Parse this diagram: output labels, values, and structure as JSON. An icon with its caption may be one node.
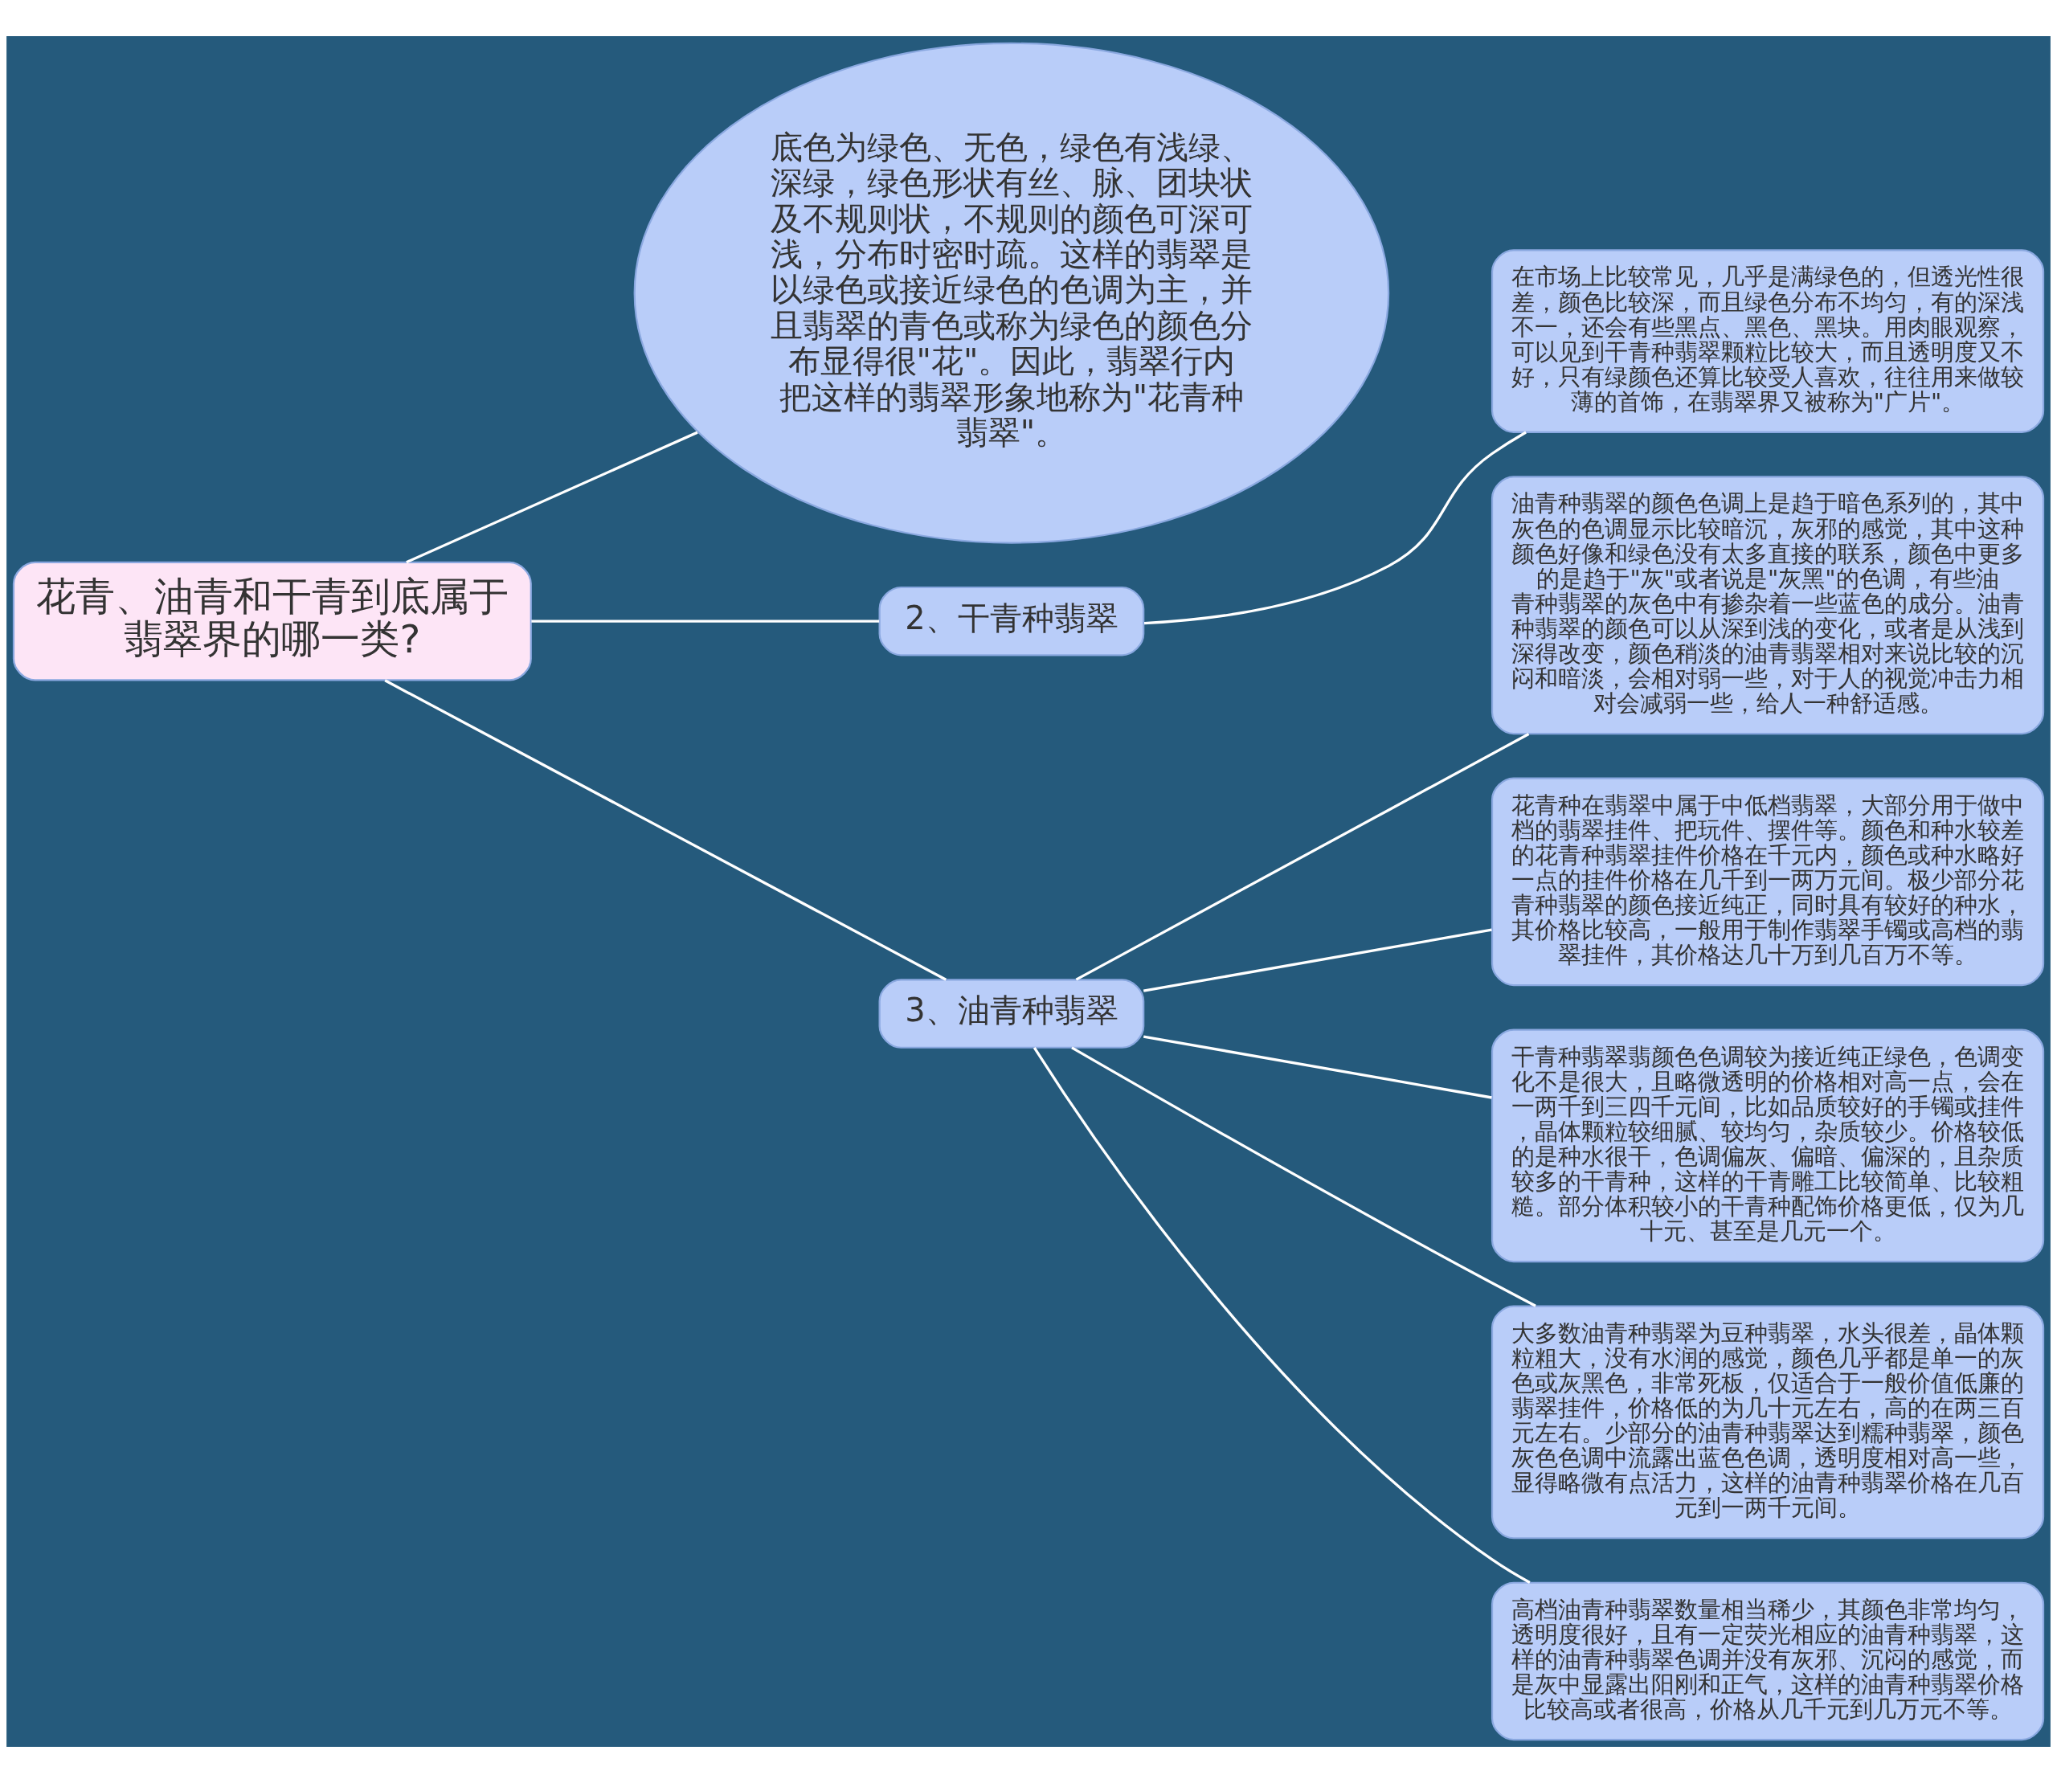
{
  "diagram": {
    "nodes": [
      {
        "text": [
          "花青、油青和干青到底属于翡翠界的哪一类?"
        ]
      },
      {
        "text": [
          "底色为绿色、无色，绿色有浅绿、深绿，绿色形状有丝、脉、团块状及不规则状，不规则的颜色可深可浅，分布时密时疏。这样的翡翠是以绿色或接近绿色的色调为主，并且翡翠的青色或称为绿色的颜色分布显得很\"花\"。因此，翡翠行内把这样的翡翠形象地称为\"花青种翡翠\"。"
        ]
      },
      {
        "text": [
          "2、干青种翡翠"
        ]
      },
      {
        "text": [
          "在市场上比较常见，几乎是满绿色的，但透光性很差，颜色比较深，而且绿色分布不均匀，有的深浅不一，还会有些黑点、黑色、黑块。用肉眼观察，可以见到干青种翡翠颗粒比较大，而且透明度又不好，只有绿颜色还算比较受人喜欢，往往用来做较薄的首饰，在翡翠界又被称为\"广片\"。"
        ]
      },
      {
        "text": [
          "3、油青种翡翠"
        ]
      },
      {
        "text": [
          "油青种翡翠的颜色色调上是趋于暗色系列的，其中灰色的色调显示比较暗沉，灰邪的感觉，其中这种颜色好像和绿色没有太多直接的联系，颜色中更多的是趋于\"灰\"或者说是\"灰黑\"的色调，有些油青种翡翠的灰色中有掺杂着一些蓝色的成分。油青种翡翠的颜色可以从深到浅的变化，或者是从浅到深得改变，颜色稍淡的油青翡翠相对来说比较的沉闷和暗淡，会相对弱一些，对于人的视觉冲击力相对会减弱一些，给人一种舒适感。"
        ]
      },
      {
        "text": [
          "花青种在翡翠中属于中低档翡翠，大部分用于做中档的翡翠挂件、把玩件、摆件等。颜色和种水较差的花青种翡翠挂件价格在千元内，颜色或种水略好一点的挂件价格在几千到一两万元间。极少部分花青种翡翠的颜色接近纯正，同时具有较好的种水，其价格比较高，一般用于制作翡翠手镯或高档的翡翠挂件，其价格达几十万到几百万不等。"
        ]
      },
      {
        "text": [
          "干青种翡翠翡颜色色调较为接近纯正绿色，色调变化不是很大，且略微透明的价格相对高一点，会在一两千到三四千元间，比如品质较好的手镯或挂件，晶体颗粒较细腻、较均匀，杂质较少。价格较低的是种水很干，色调偏灰、偏暗、偏深的，且杂质较多的干青种，这样的干青雕工比较简单、比较粗糙。部分体积较小的干青种配饰价格更低，仅为几十元、甚至是几元一个。"
        ]
      },
      {
        "text": [
          "大多数油青种翡翠为豆种翡翠，水头很差，晶体颗粒粗大，没有水润的感觉，颜色几乎都是单一的灰色或灰黑色，非常死板，仅适合于一般价值低廉的翡翠挂件，价格低的为几十元左右，高的在两三百元左右。少部分的油青种翡翠达到糯种翡翠，颜色灰色色调中流露出蓝色色调，透明度相对高一些，显得略微有点活力，这样的油青种翡翠价格在几百元到一两千元间。"
        ]
      },
      {
        "text": [
          "高档油青种翡翠数量相当稀少，其颜色非常均匀，透明度很好，且有一定荧光相应的油青种翡翠，这样的油青种翡翠色调并没有灰邪、沉闷的感觉，而是灰中显露出阳刚和正气，这样的油青种翡翠价格比较高或者很高，价格从几千元到几万元不等。"
        ]
      }
    ],
    "edges": [
      {
        "from": 0,
        "to": 1,
        "arrow": "none"
      },
      {
        "from": 0,
        "to": 2,
        "arrow": "none"
      },
      {
        "from": 2,
        "to": 3,
        "arrow": "none"
      },
      {
        "from": 0,
        "to": 4,
        "arrow": "none"
      },
      {
        "from": 4,
        "to": 5,
        "arrow": "none"
      },
      {
        "from": 4,
        "to": 6,
        "arrow": "none"
      },
      {
        "from": 4,
        "to": 7,
        "arrow": "none"
      },
      {
        "from": 4,
        "to": 8,
        "arrow": "none"
      },
      {
        "from": 4,
        "to": 9,
        "arrow": "none"
      }
    ]
  }
}
